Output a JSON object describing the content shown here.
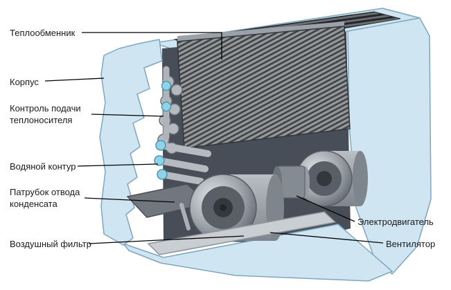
{
  "diagram": {
    "labels": {
      "heat_exchanger": "Теплообменник",
      "housing": "Корпус",
      "coolant_supply_control": "Контроль подачи\nтеплоносителя",
      "water_circuit": "Водяной контур",
      "condensate_drain": "Патрубок отвода\nконденсата",
      "air_filter": "Воздушный фильтр",
      "electric_motor": "Электродвигатель",
      "fan": "Вентилятор"
    },
    "colors": {
      "background": "#ffffff",
      "label_text": "#1a1a1a",
      "leader_line": "#000000",
      "casing_blue": "#cfe5f1",
      "casing_edge": "#7ea7bf",
      "metal_grey": "#9aa1a8",
      "pipe_cap_blue": "#8fd3ea"
    }
  }
}
